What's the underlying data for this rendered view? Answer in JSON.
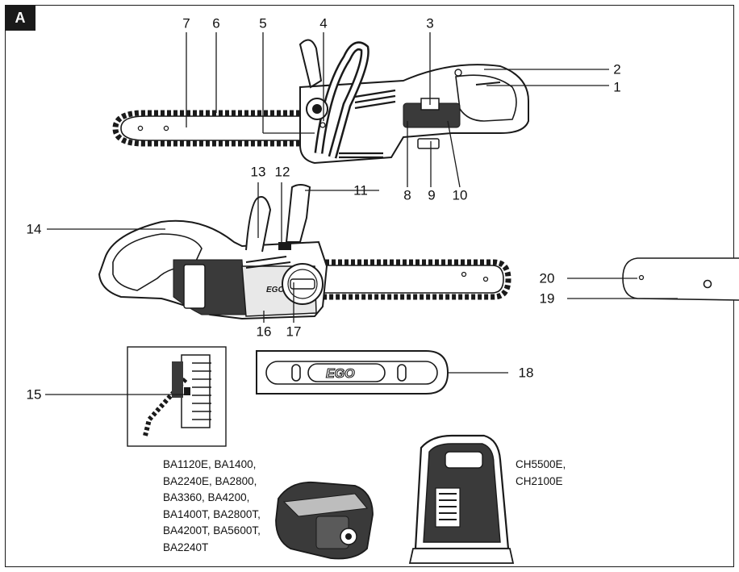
{
  "figure": {
    "tag": "A"
  },
  "labels": {
    "n1": "1",
    "n2": "2",
    "n3": "3",
    "n4": "4",
    "n5": "5",
    "n6": "6",
    "n7": "7",
    "n8": "8",
    "n9": "9",
    "n10": "10",
    "n11": "11",
    "n12": "12",
    "n13": "13",
    "n14": "14",
    "n15": "15",
    "n16": "16",
    "n17": "17",
    "n18": "18",
    "n19": "19",
    "n20": "20"
  },
  "brand": {
    "logo_text": "EGO"
  },
  "batteries": {
    "models": [
      "BA1120E, BA1400,",
      "BA2240E, BA2800,",
      "BA3360, BA4200,",
      "BA1400T, BA2800T,",
      "BA4200T, BA5600T,",
      "BA2240T"
    ]
  },
  "chargers": {
    "models": [
      "CH5500E,",
      "CH2100E"
    ]
  },
  "colors": {
    "ink": "#1a1a1a",
    "shade": "#5a5a5a",
    "paper": "#ffffff"
  }
}
